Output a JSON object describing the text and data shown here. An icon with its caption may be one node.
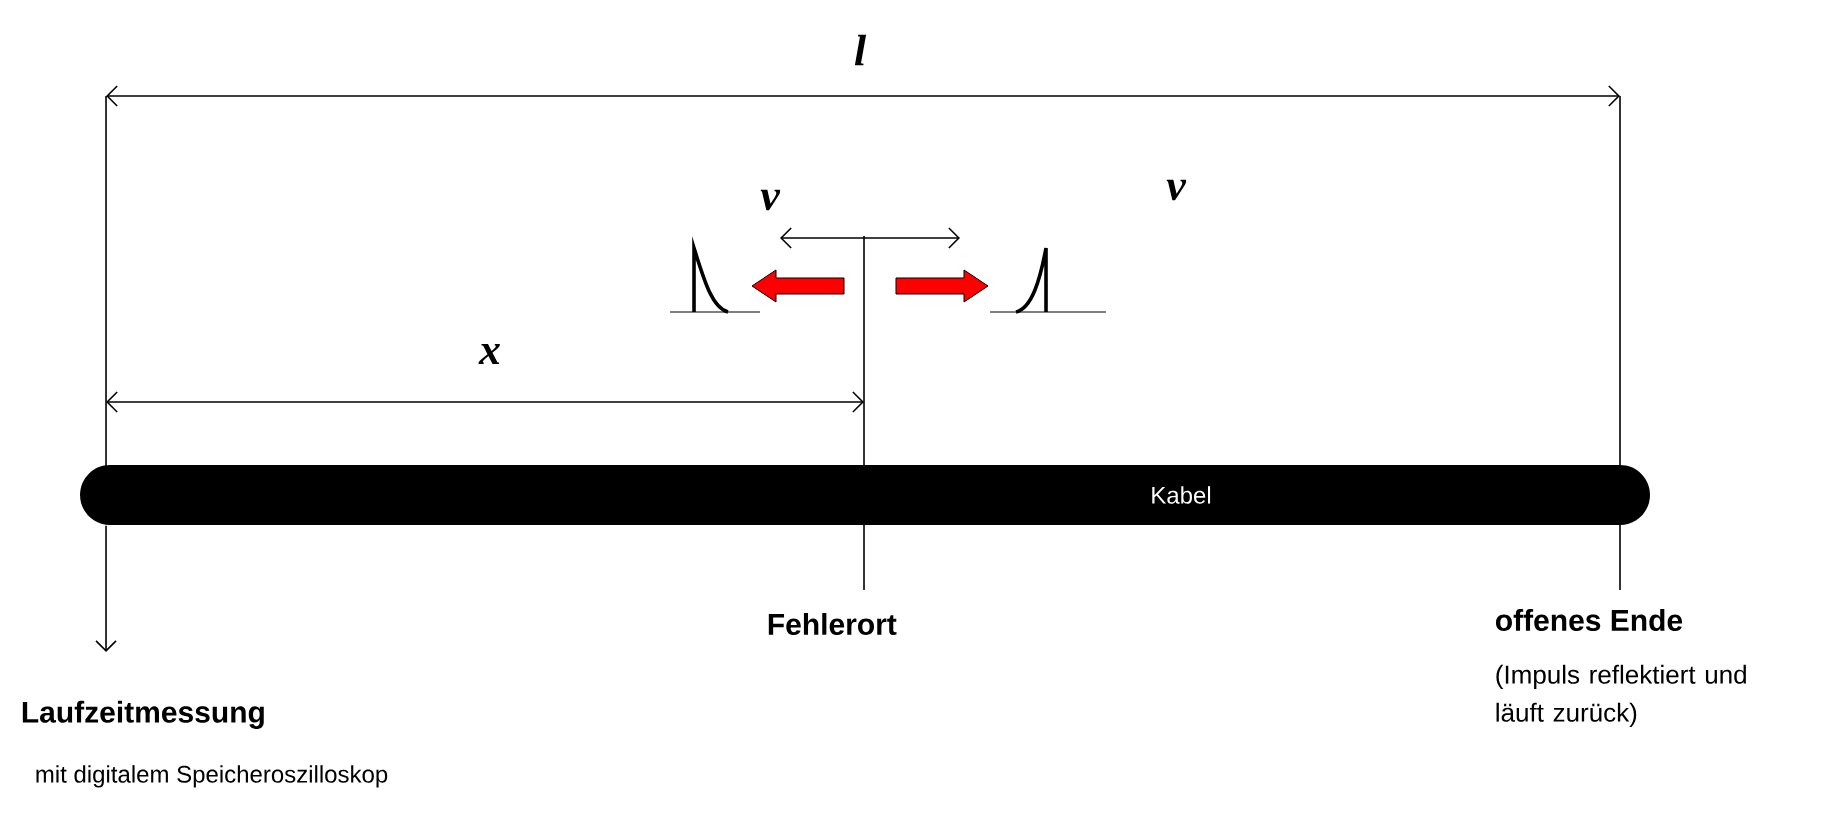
{
  "diagram": {
    "nodes": [
      {
        "text": [
          "Kabel"
        ]
      },
      {
        "text": [
          "Laufzeitmessung",
          "mit digitalem Speicheroszilloskop"
        ]
      }
    ],
    "edges": [
      {
        "from": 0,
        "to": 1,
        "arrow": "to"
      }
    ],
    "labels": [
      "l",
      "v",
      "v",
      "x",
      "Fehlerort",
      "offenes Ende",
      "(Impuls reflektiert und läuft zurück)"
    ]
  }
}
